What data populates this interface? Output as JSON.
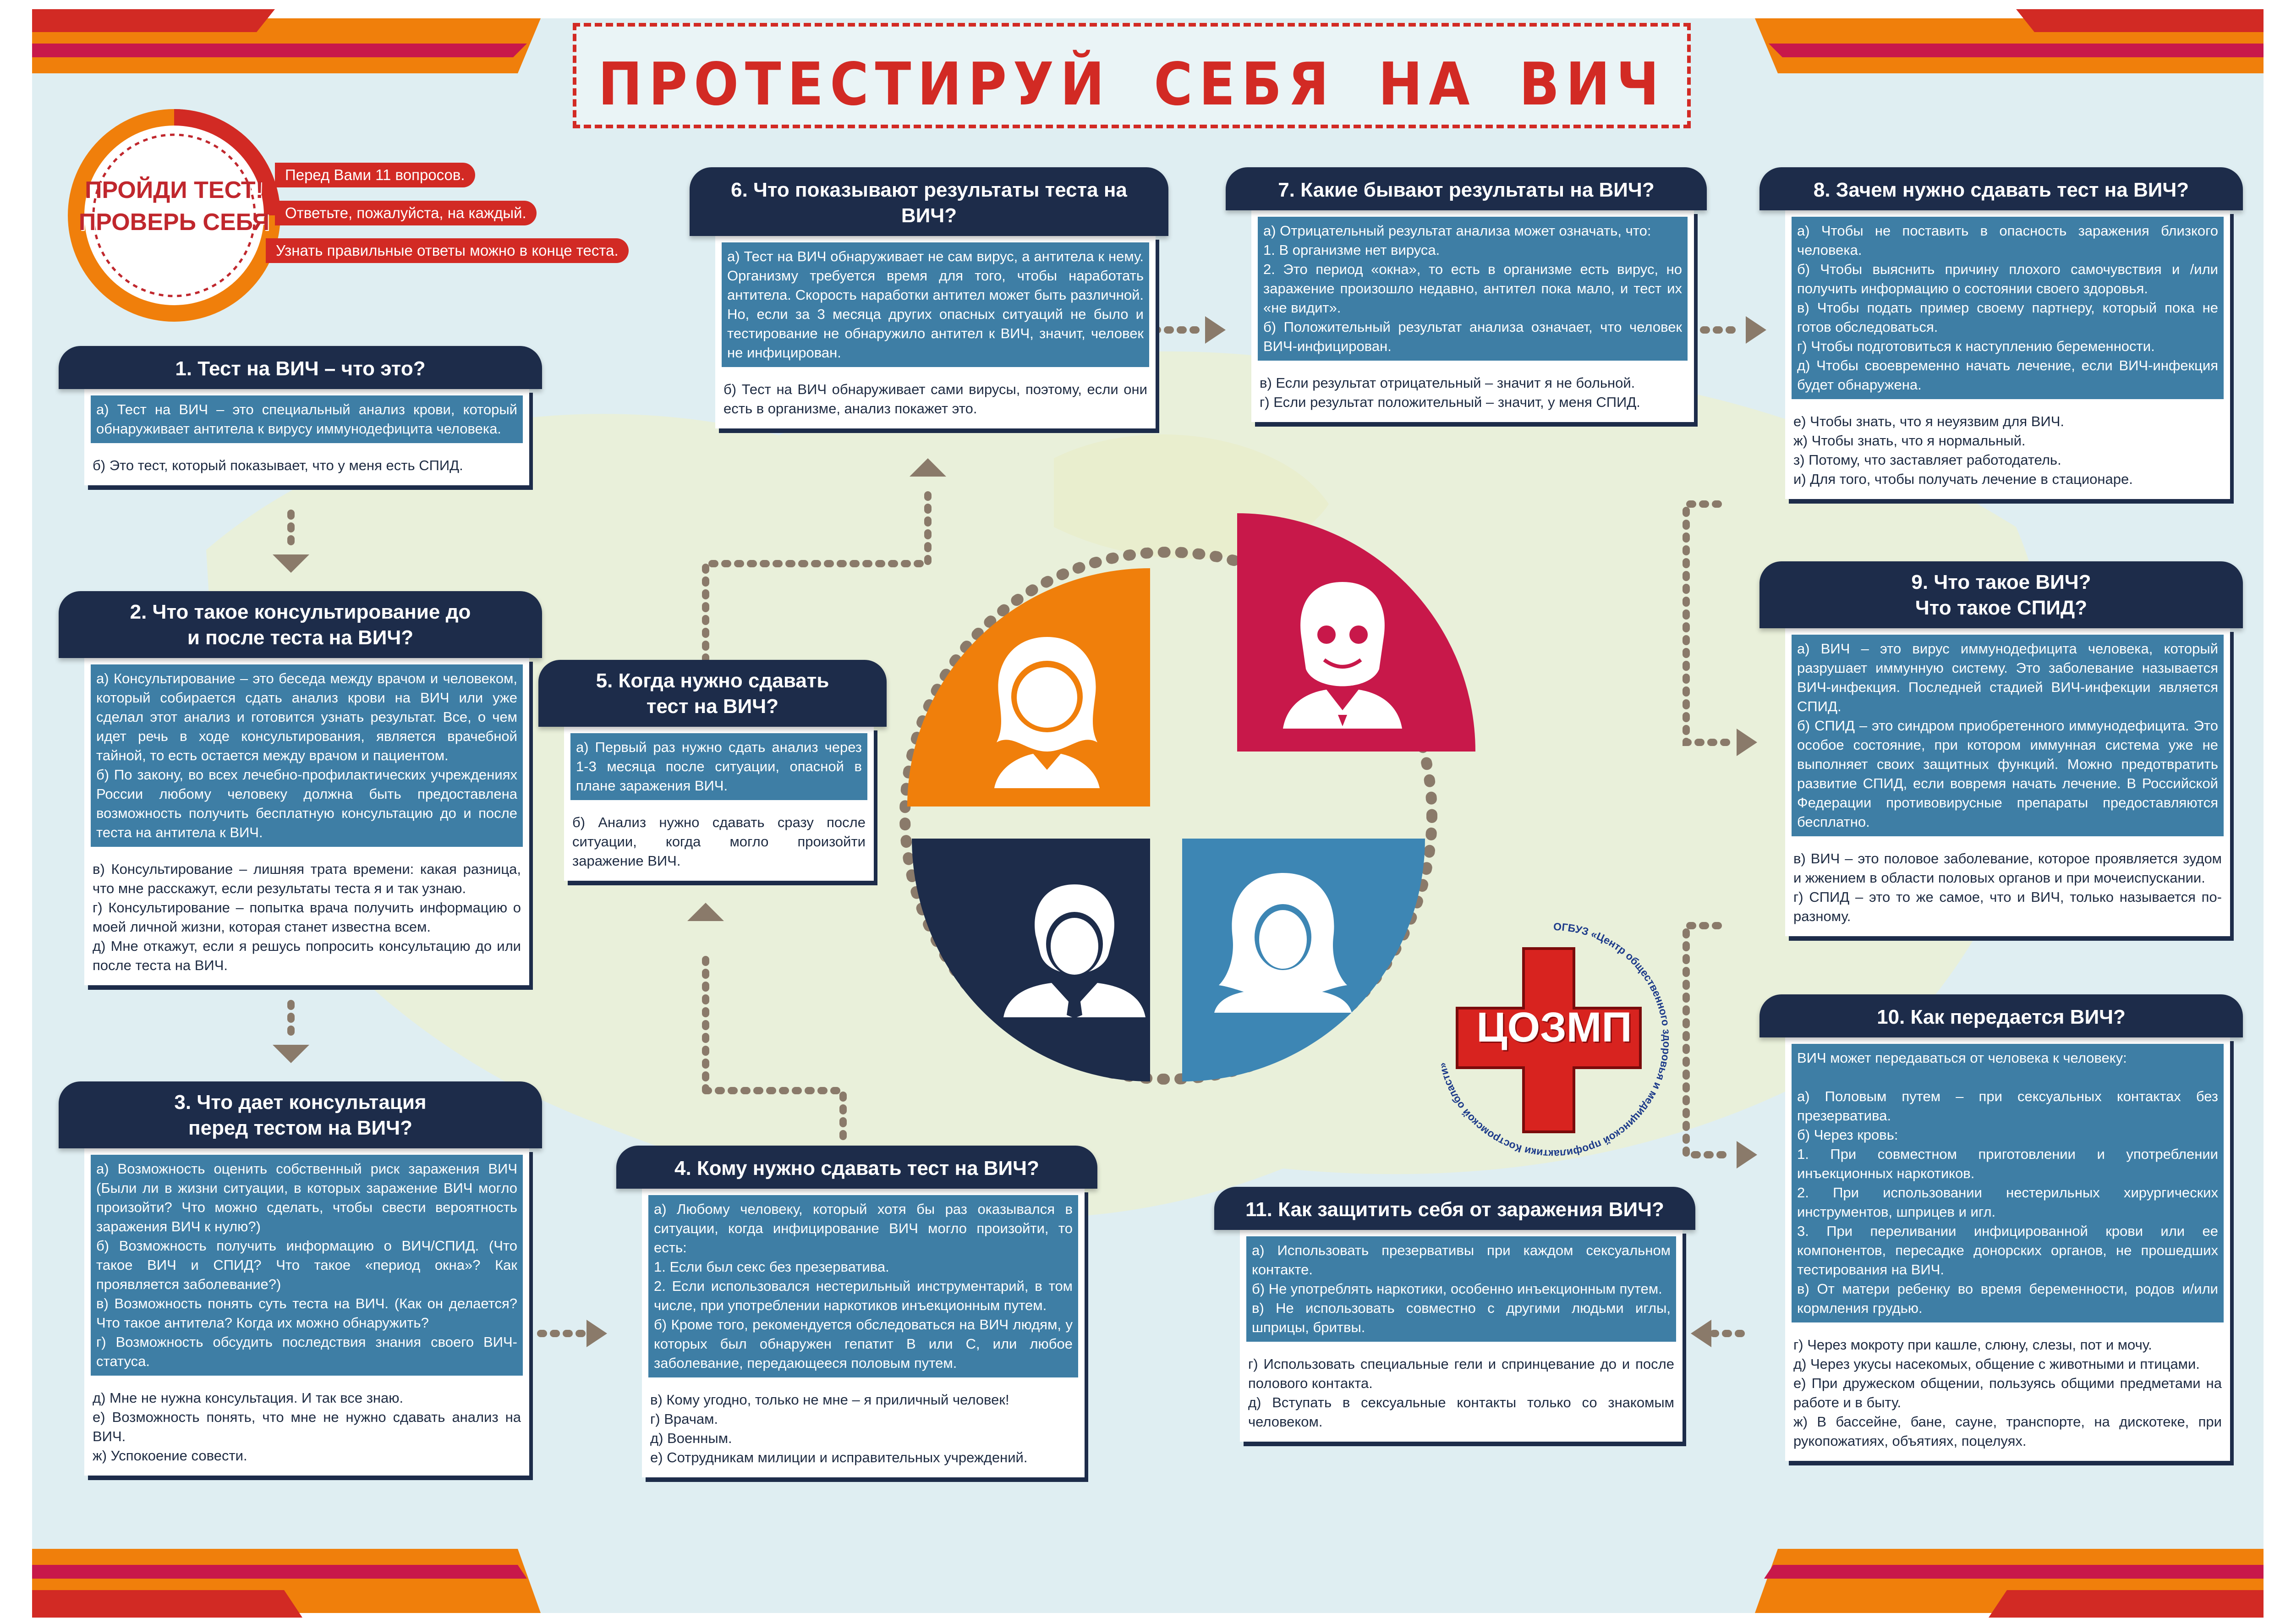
{
  "title": "ПРОТЕСТИРУЙ  СЕБЯ  НА  ВИЧ",
  "intro": {
    "badge_line1": "ПРОЙДИ ТЕСТ!",
    "badge_line2": "ПРОВЕРЬ СЕБЯ",
    "notes": [
      "Перед Вами 11 вопросов.",
      "Ответьте, пожалуйста, на каждый.",
      "Узнать правильные ответы можно в конце теста."
    ]
  },
  "colors": {
    "navy": "#1d2c4a",
    "steel_blue": "#3e7ea5",
    "red": "#d22a24",
    "orange": "#f07f0b",
    "crimson": "#c8184a",
    "light_blue": "#3d86b4",
    "background": "#dfeef2"
  },
  "icons": [
    "woman-portrait-icon",
    "professor-portrait-icon",
    "man-portrait-icon",
    "girl-portrait-icon",
    "medical-cross-icon"
  ],
  "questions": [
    {
      "n": 1,
      "title": "1. Тест на ВИЧ – что это?",
      "highlight": [
        "а) Тест на ВИЧ – это специальный анализ крови, который обнаруживает антитела к вирусу иммунодефицита человека."
      ],
      "plain": [
        "б) Это тест, который показывает, что у меня есть СПИД."
      ]
    },
    {
      "n": 2,
      "title": "2. Что такое консультирование до\nи после теста на ВИЧ?",
      "highlight": [
        "а) Консультирование – это беседа между врачом и человеком, который собирается сдать анализ крови на ВИЧ или уже сделал этот анализ и готовится узнать результат. Все, о чем идет речь в ходе консультирования, является врачебной тайной, то есть остается между врачом и пациентом.\nб) По закону, во всех лечебно-профилактических учреждениях России любому человеку должна быть предоставлена возможность получить бесплатную консультацию до и после теста на антитела к ВИЧ."
      ],
      "plain": [
        "в) Консультирование – лишняя трата времени: какая разница, что мне расскажут, если результаты теста я и так узнаю.\nг) Консультирование – попытка врача получить информацию о моей личной жизни, которая станет известна всем.\nд) Мне откажут, если я решусь попросить консультацию до или после теста на ВИЧ."
      ]
    },
    {
      "n": 3,
      "title": "3. Что дает консультация\nперед тестом на ВИЧ?",
      "highlight": [
        "а) Возможность оценить собственный риск заражения ВИЧ (Были ли в жизни ситуации, в которых заражение ВИЧ могло произойти? Что можно сделать, чтобы свести вероятность заражения ВИЧ к нулю?)\nб) Возможность получить информацию о ВИЧ/СПИД. (Что такое ВИЧ и СПИД? Что такое «период окна»? Как проявляется заболевание?)\nв) Возможность понять суть теста на ВИЧ. (Как он делается? Что такое антитела? Когда их можно обнаружить?\nг) Возможность обсудить последствия знания своего ВИЧ-статуса."
      ],
      "plain": [
        "д) Мне не нужна консультация. И так все знаю.\nе) Возможность понять, что мне не нужно сдавать анализ на ВИЧ.\nж) Успокоение совести."
      ]
    },
    {
      "n": 4,
      "title": "4. Кому нужно сдавать тест на ВИЧ?",
      "highlight": [
        "а) Любому человеку, который хотя бы раз оказывался в ситуации, когда инфицирование ВИЧ могло произойти, то есть:\n1. Если был секс без презерватива.\n2. Если использовался нестерильный инструментарий, в том числе, при употреблении наркотиков инъекционным путем.\nб) Кроме того, рекомендуется обследоваться на ВИЧ людям, у которых был обнаружен гепатит В или С, или любое заболевание, передающееся половым путем."
      ],
      "plain": [
        "в) Кому угодно, только не мне – я приличный человек!\nг) Врачам.\nд) Военным.\nе) Сотрудникам милиции и исправительных учреждений."
      ]
    },
    {
      "n": 5,
      "title": "5. Когда нужно сдавать\nтест на ВИЧ?",
      "highlight": [
        "а) Первый раз нужно сдать анализ через 1-3 месяца после ситуации, опасной в плане заражения ВИЧ."
      ],
      "plain": [
        "б) Анализ нужно сдавать сразу после ситуации, когда могло произойти заражение ВИЧ."
      ]
    },
    {
      "n": 6,
      "title": "6. Что показывают результаты теста на ВИЧ?",
      "highlight": [
        "а) Тест на ВИЧ обнаруживает не сам вирус, а антитела к нему. Организму требуется время для того, чтобы наработать антитела. Скорость наработки антител может быть различной. Но, если за 3 месяца других опасных ситуаций не было и тестирование не обнаружило антител к ВИЧ, значит, человек не инфицирован."
      ],
      "plain": [
        "б) Тест на ВИЧ обнаруживает сами вирусы, поэтому, если они есть в организме, анализ покажет это."
      ]
    },
    {
      "n": 7,
      "title": "7. Какие бывают результаты на ВИЧ?",
      "highlight": [
        "а) Отрицательный результат анализа может означать, что:\n1. В организме нет вируса.\n2. Это период «окна», то есть в организме есть вирус, но заражение произошло недавно, антител пока мало, и тест их «не видит».\nб) Положительный результат анализа означает, что человек ВИЧ-инфицирован."
      ],
      "plain": [
        "в) Если результат отрицательный – значит я не больной.\nг) Если результат положительный – значит, у меня СПИД."
      ]
    },
    {
      "n": 8,
      "title": "8. Зачем нужно сдавать тест на ВИЧ?",
      "highlight": [
        "а) Чтобы не поставить в опасность заражения близкого человека.\nб) Чтобы выяснить причину плохого самочувствия и /или получить информацию о состоянии своего здоровья.\nв) Чтобы подать пример своему партнеру, который пока не готов обследоваться.\nг) Чтобы подготовиться к наступлению беременности.\nд) Чтобы своевременно начать лечение, если ВИЧ-инфекция будет обнаружена."
      ],
      "plain": [
        "е) Чтобы знать, что я неуязвим для ВИЧ.\nж) Чтобы знать, что я нормальный.\nз) Потому, что заставляет работодатель.\nи) Для того, чтобы получать лечение в стационаре."
      ]
    },
    {
      "n": 9,
      "title": "9. Что такое ВИЧ?\nЧто такое СПИД?",
      "highlight": [
        "а) ВИЧ – это вирус иммунодефицита человека, который разрушает иммунную систему. Это заболевание называется ВИЧ-инфекция. Последней стадией ВИЧ-инфекции является СПИД.\nб) СПИД – это синдром приобретенного иммунодефицита. Это особое состояние, при котором иммунная система уже не выполняет своих защитных функций. Можно предотвратить развитие СПИД, если вовремя начать лечение. В Российской Федерации противовирусные препараты предоставляются бесплатно."
      ],
      "plain": [
        "в) ВИЧ – это половое заболевание, которое проявляется зудом и жжением в области половых органов и при мочеиспускании.\nг) СПИД – это то же самое, что и ВИЧ, только называется по-разному."
      ]
    },
    {
      "n": 10,
      "title": "10. Как передается ВИЧ?",
      "highlight": [
        "ВИЧ может передаваться от человека к человеку:\n\nа) Половым путем – при сексуальных контактах без презерватива.\nб) Через кровь:\n1. При совместном приготовлении и употреблении инъекционных наркотиков.\n2. При использовании нестерильных хирургических инструментов, шприцев и игл.\n3. При переливании инфицированной крови или ее компонентов, пересадке донорских органов, не прошедших тестирования на ВИЧ.\nв) От матери ребенку во время беременности, родов и/или кормления грудью."
      ],
      "plain": [
        "г) Через мокроту при кашле, слюну, слезы, пот и мочу.\nд) Через укусы насекомых, общение с животными и птицами.\nе) При дружеском общении, пользуясь общими предметами на работе и в быту.\nж) В бассейне, бане, сауне, транспорте, на дискотеке, при рукопожатиях, объятиях, поцелуях."
      ]
    },
    {
      "n": 11,
      "title": "11. Как защитить себя от заражения ВИЧ?",
      "highlight": [
        "а) Использовать презервативы при каждом сексуальном контакте.\nб) Не употреблять наркотики, особенно инъекционным путем.\nв) Не использовать совместно с другими людьми иглы, шприцы, бритвы."
      ],
      "plain": [
        "г) Использовать специальные гели и спринцевание до и после полового контакта.\nд) Вступать в сексуальные контакты только со знакомым человеком."
      ]
    }
  ],
  "logo": {
    "abbr": "ЦОЗМП",
    "ring_text": "ОГБУЗ «Центр общественного здоровья и медицинской профилактики Костромской области»"
  }
}
